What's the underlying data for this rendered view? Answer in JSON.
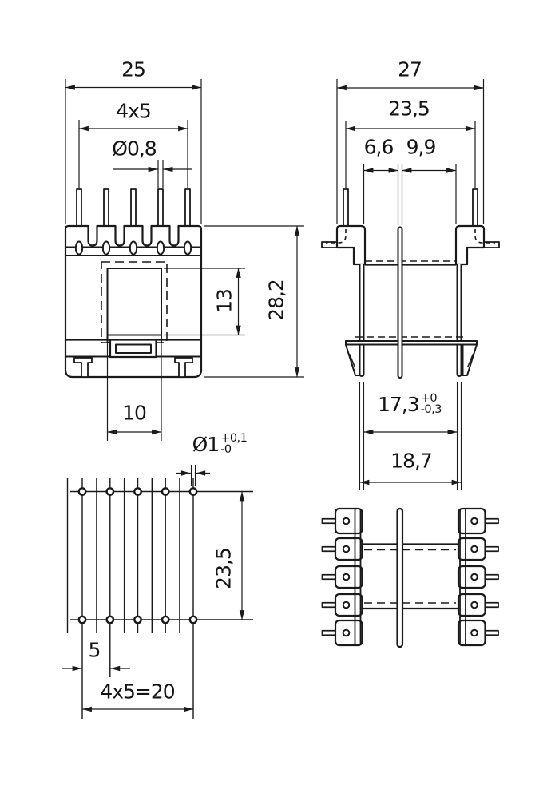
{
  "drawing": {
    "front_view": {
      "dim_width": "25",
      "dim_pin_pitch": "4x5",
      "dim_pin_dia": "Ø0,8",
      "dim_window_height": "13",
      "dim_height": "28,2",
      "dim_window_width": "10"
    },
    "side_view": {
      "dim_width": "27",
      "dim_pin_row_span": "23,5",
      "dim_chamber_1": "6,6",
      "dim_chamber_2": "9,9",
      "dim_core_window": {
        "base": "17,3",
        "sup": "+0",
        "sub": "-0,3"
      },
      "dim_flange_span": "18,7"
    },
    "footprint_view": {
      "dim_hole_dia": {
        "base": "Ø1",
        "sup": "+0,1",
        "sub": "-0"
      },
      "dim_row_spacing": "23,5",
      "dim_pitch": "5",
      "dim_total_pitch": "4x5=20"
    }
  }
}
